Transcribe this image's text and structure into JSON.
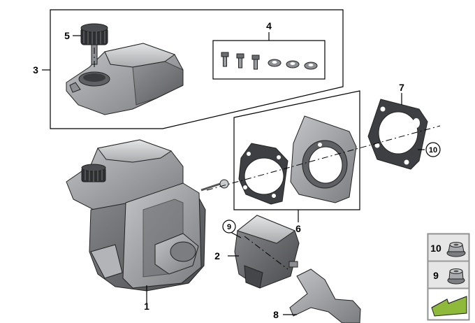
{
  "diagram": {
    "callouts": [
      {
        "id": "1",
        "label": "1"
      },
      {
        "id": "2",
        "label": "2"
      },
      {
        "id": "3",
        "label": "3"
      },
      {
        "id": "4",
        "label": "4"
      },
      {
        "id": "5",
        "label": "5"
      },
      {
        "id": "6",
        "label": "6"
      },
      {
        "id": "7",
        "label": "7"
      },
      {
        "id": "8",
        "label": "8"
      },
      {
        "id": "9",
        "label": "9"
      },
      {
        "id": "10",
        "label": "10"
      }
    ],
    "legend": [
      {
        "label": "10",
        "icon": "flange-nut-icon"
      },
      {
        "label": "9",
        "icon": "collar-nut-icon"
      }
    ],
    "colors": {
      "part_dark": "#5f6063",
      "part_mid": "#9a9b9e",
      "part_light": "#c9cacc",
      "legend_bg": "#e6e6e6",
      "arrow_green": "#8fb93a"
    }
  }
}
